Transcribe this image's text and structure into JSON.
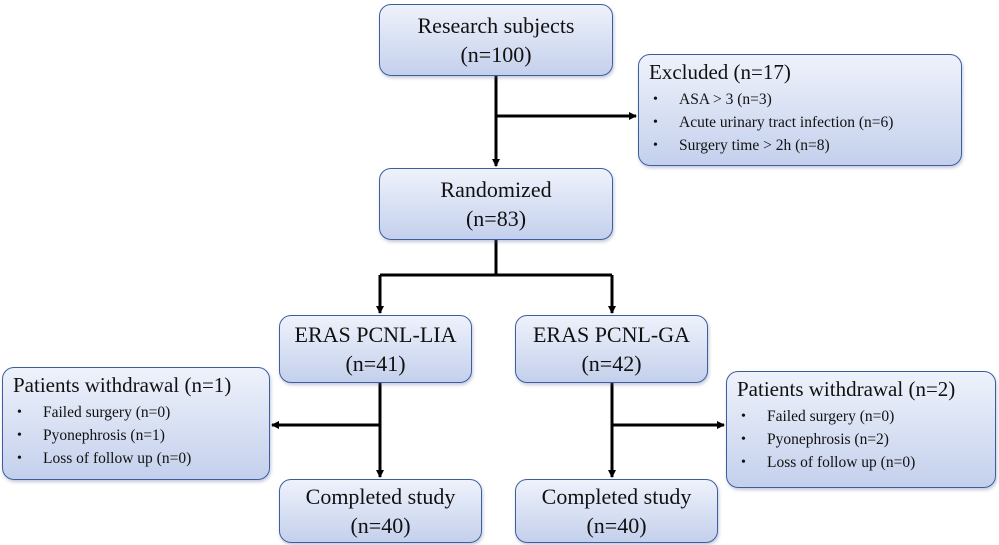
{
  "research": {
    "title": "Research subjects",
    "count": "(n=100)"
  },
  "excluded": {
    "title": "Excluded (n=17)",
    "items": [
      "ASA > 3 (n=3)",
      "Acute urinary tract infection (n=6)",
      "Surgery time > 2h (n=8)"
    ]
  },
  "randomized": {
    "title": "Randomized",
    "count": "(n=83)"
  },
  "groups": [
    {
      "title": "ERAS PCNL-LIA",
      "count": "(n=41)",
      "withdrawal": {
        "title": "Patients withdrawal (n=1)",
        "items": [
          "Failed surgery (n=0)",
          "Pyonephrosis (n=1)",
          "Loss of follow up (n=0)"
        ]
      },
      "completed": {
        "title": "Completed study",
        "count": "(n=40)"
      }
    },
    {
      "title": "ERAS PCNL-GA",
      "count": "(n=42)",
      "withdrawal": {
        "title": "Patients withdrawal (n=2)",
        "items": [
          "Failed surgery (n=0)",
          "Pyonephrosis (n=2)",
          "Loss of follow up (n=0)"
        ]
      },
      "completed": {
        "title": "Completed study",
        "count": "(n=40)"
      }
    }
  ]
}
